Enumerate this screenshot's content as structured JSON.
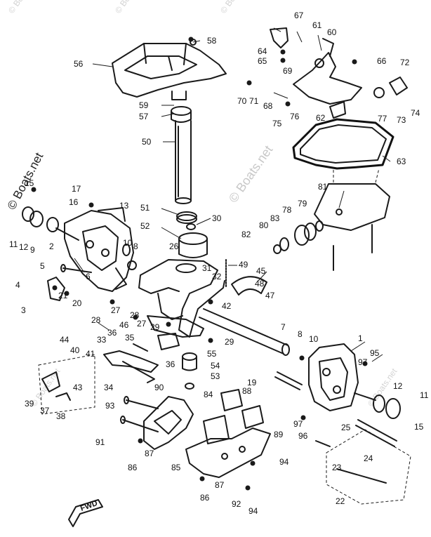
{
  "watermark": {
    "main": "© Boats.net",
    "repeat": "© Boats.net"
  },
  "fwd_arrow_label": "FWD",
  "callouts": [
    "1",
    "2",
    "3",
    "4",
    "5",
    "6",
    "7",
    "8",
    "9",
    "10",
    "11",
    "12",
    "13",
    "15",
    "16",
    "17",
    "19",
    "20",
    "21",
    "22",
    "23",
    "24",
    "25",
    "26",
    "27",
    "28",
    "29",
    "30",
    "31",
    "32",
    "33",
    "34",
    "35",
    "36",
    "37",
    "38",
    "39",
    "40",
    "41",
    "42",
    "43",
    "44",
    "45",
    "46",
    "47",
    "48",
    "49",
    "50",
    "51",
    "52",
    "53",
    "54",
    "55",
    "56",
    "57",
    "58",
    "59",
    "60",
    "61",
    "62",
    "63",
    "64",
    "65",
    "66",
    "67",
    "68",
    "69",
    "70",
    "71",
    "72",
    "73",
    "74",
    "75",
    "76",
    "77",
    "78",
    "79",
    "80",
    "81",
    "82",
    "83",
    "84",
    "85",
    "86",
    "87",
    "88",
    "89",
    "90",
    "91",
    "92",
    "93",
    "94",
    "95",
    "96",
    "97"
  ]
}
